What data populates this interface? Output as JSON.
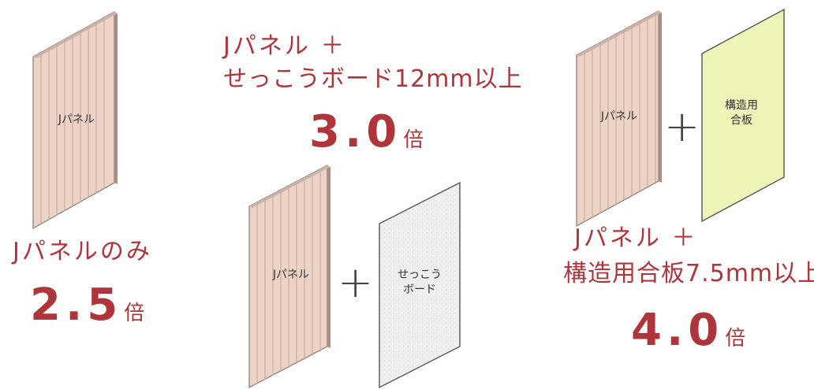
{
  "option_a": {
    "panel_label": "Jパネル",
    "caption": "Jパネルのみ",
    "value": "2.5",
    "unit": "倍"
  },
  "option_b": {
    "caption_line1": "Jパネル ＋",
    "caption_line2": "せっこうボード12mm以上",
    "value": "3.0",
    "unit": "倍",
    "panel_label": "Jパネル",
    "plus": "+",
    "board_label_line1": "せっこう",
    "board_label_line2": "ボード"
  },
  "option_c": {
    "panel_label": "Jパネル",
    "plus": "+",
    "board_label_line1": "構造用",
    "board_label_line2": "合板",
    "caption_line1": "Jパネル ＋",
    "caption_line2": "構造用合板7.5mm以上",
    "value": "4.0",
    "unit": "倍"
  },
  "colors": {
    "accent_red": "#b0353a",
    "jpanel_face": "#ecd3c6",
    "gypsum_face": "#eeeeee",
    "plywood_face": "#eef3b8"
  }
}
